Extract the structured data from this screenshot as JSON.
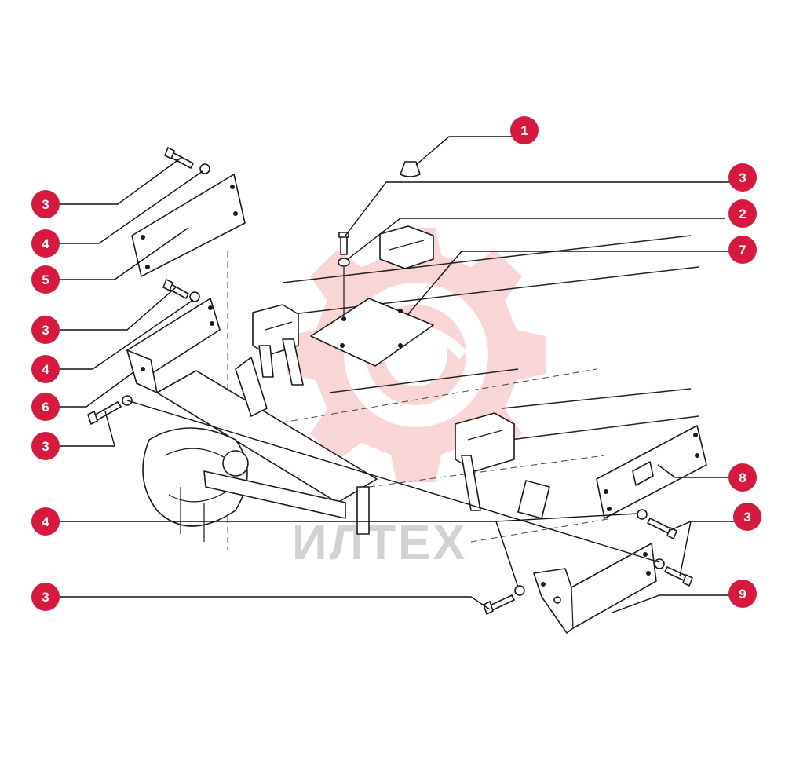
{
  "watermark": {
    "text": "ИЛТЕХ",
    "color": "#f6b3b6"
  },
  "colors": {
    "callout": "#d7193f",
    "line": "#111111"
  },
  "callouts": [
    {
      "id": "c1",
      "label": "1"
    },
    {
      "id": "c2",
      "label": "3"
    },
    {
      "id": "c3",
      "label": "2"
    },
    {
      "id": "c4",
      "label": "7"
    },
    {
      "id": "c5",
      "label": "3"
    },
    {
      "id": "c6",
      "label": "4"
    },
    {
      "id": "c7",
      "label": "5"
    },
    {
      "id": "c8",
      "label": "3"
    },
    {
      "id": "c9",
      "label": "4"
    },
    {
      "id": "c10",
      "label": "6"
    },
    {
      "id": "c11",
      "label": "3"
    },
    {
      "id": "c12",
      "label": "8"
    },
    {
      "id": "c13",
      "label": "4"
    },
    {
      "id": "c14",
      "label": "3"
    },
    {
      "id": "c15",
      "label": "9"
    },
    {
      "id": "c16",
      "label": "3"
    }
  ]
}
